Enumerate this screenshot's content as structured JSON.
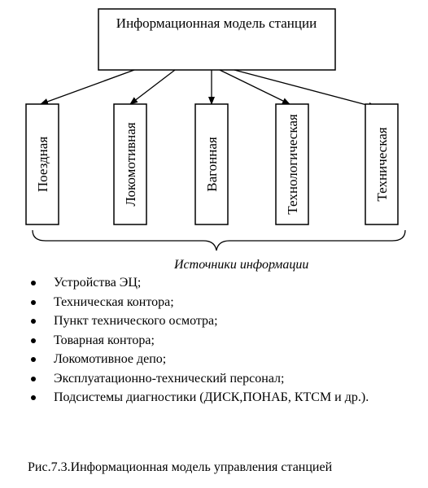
{
  "diagram": {
    "title": "Информационная модель станции",
    "boxes": [
      {
        "label": "Поездная"
      },
      {
        "label": "Локомотивная"
      },
      {
        "label": "Вагонная"
      },
      {
        "label": "Технологическая"
      },
      {
        "label": "Техническая"
      }
    ],
    "brace_label": "Источники информации"
  },
  "sources": [
    "Устройства ЭЦ;",
    "Техническая контора;",
    "Пункт технического осмотра;",
    "Товарная контора;",
    "Локомотивное депо;",
    "Эксплуатационно-технический персонал;",
    "Подсистемы диагностики (ДИСК,ПОНАБ, КТСМ и др.)."
  ],
  "caption": "Рис.7.3.Информационная модель управления станцией"
}
